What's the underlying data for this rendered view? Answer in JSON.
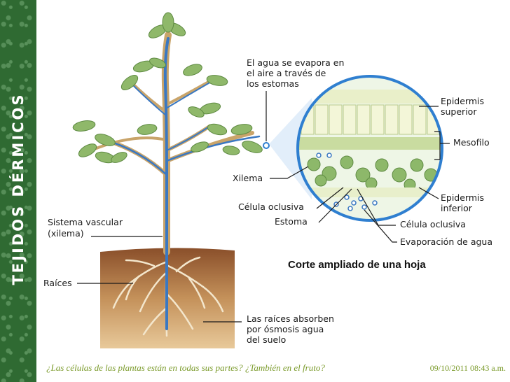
{
  "sidebar": {
    "title": "TEJIDOS DÉRMICOS"
  },
  "labels": {
    "evaporation": [
      "El agua se evapora en",
      "el aire a través de",
      "los estomas"
    ],
    "epidermis_superior": [
      "Epidermis",
      "superior"
    ],
    "mesofilo": "Mesofilo",
    "xilema": "Xilema",
    "epidermis_inferior": [
      "Epidermis",
      "inferior"
    ],
    "celula_oclusiva_left": "Célula oclusiva",
    "estoma": "Estoma",
    "celula_oclusiva_right": "Célula oclusiva",
    "evaporacion_agua": "Evaporación de agua",
    "sistema_vascular": [
      "Sistema vascular",
      "(xilema)"
    ],
    "corte": "Corte ampliado de una hoja",
    "raices": "Raíces",
    "raices_absorben": [
      "Las raíces absorben",
      "por ósmosis agua",
      "del suelo"
    ]
  },
  "footer": {
    "question": "¿Las células de las plantas están en todas sus partes? ¿También en el fruto?",
    "date": "09/10/2011 08:43 a.m."
  },
  "colors": {
    "sidebar": "#2f6a32",
    "soil": "#b07a45",
    "leaf": "#8fb86a",
    "stem": "#c9a46a",
    "xylem": "#3a78c2",
    "circle_border": "#2f7fd0",
    "footer_text": "#7a9a2a"
  }
}
